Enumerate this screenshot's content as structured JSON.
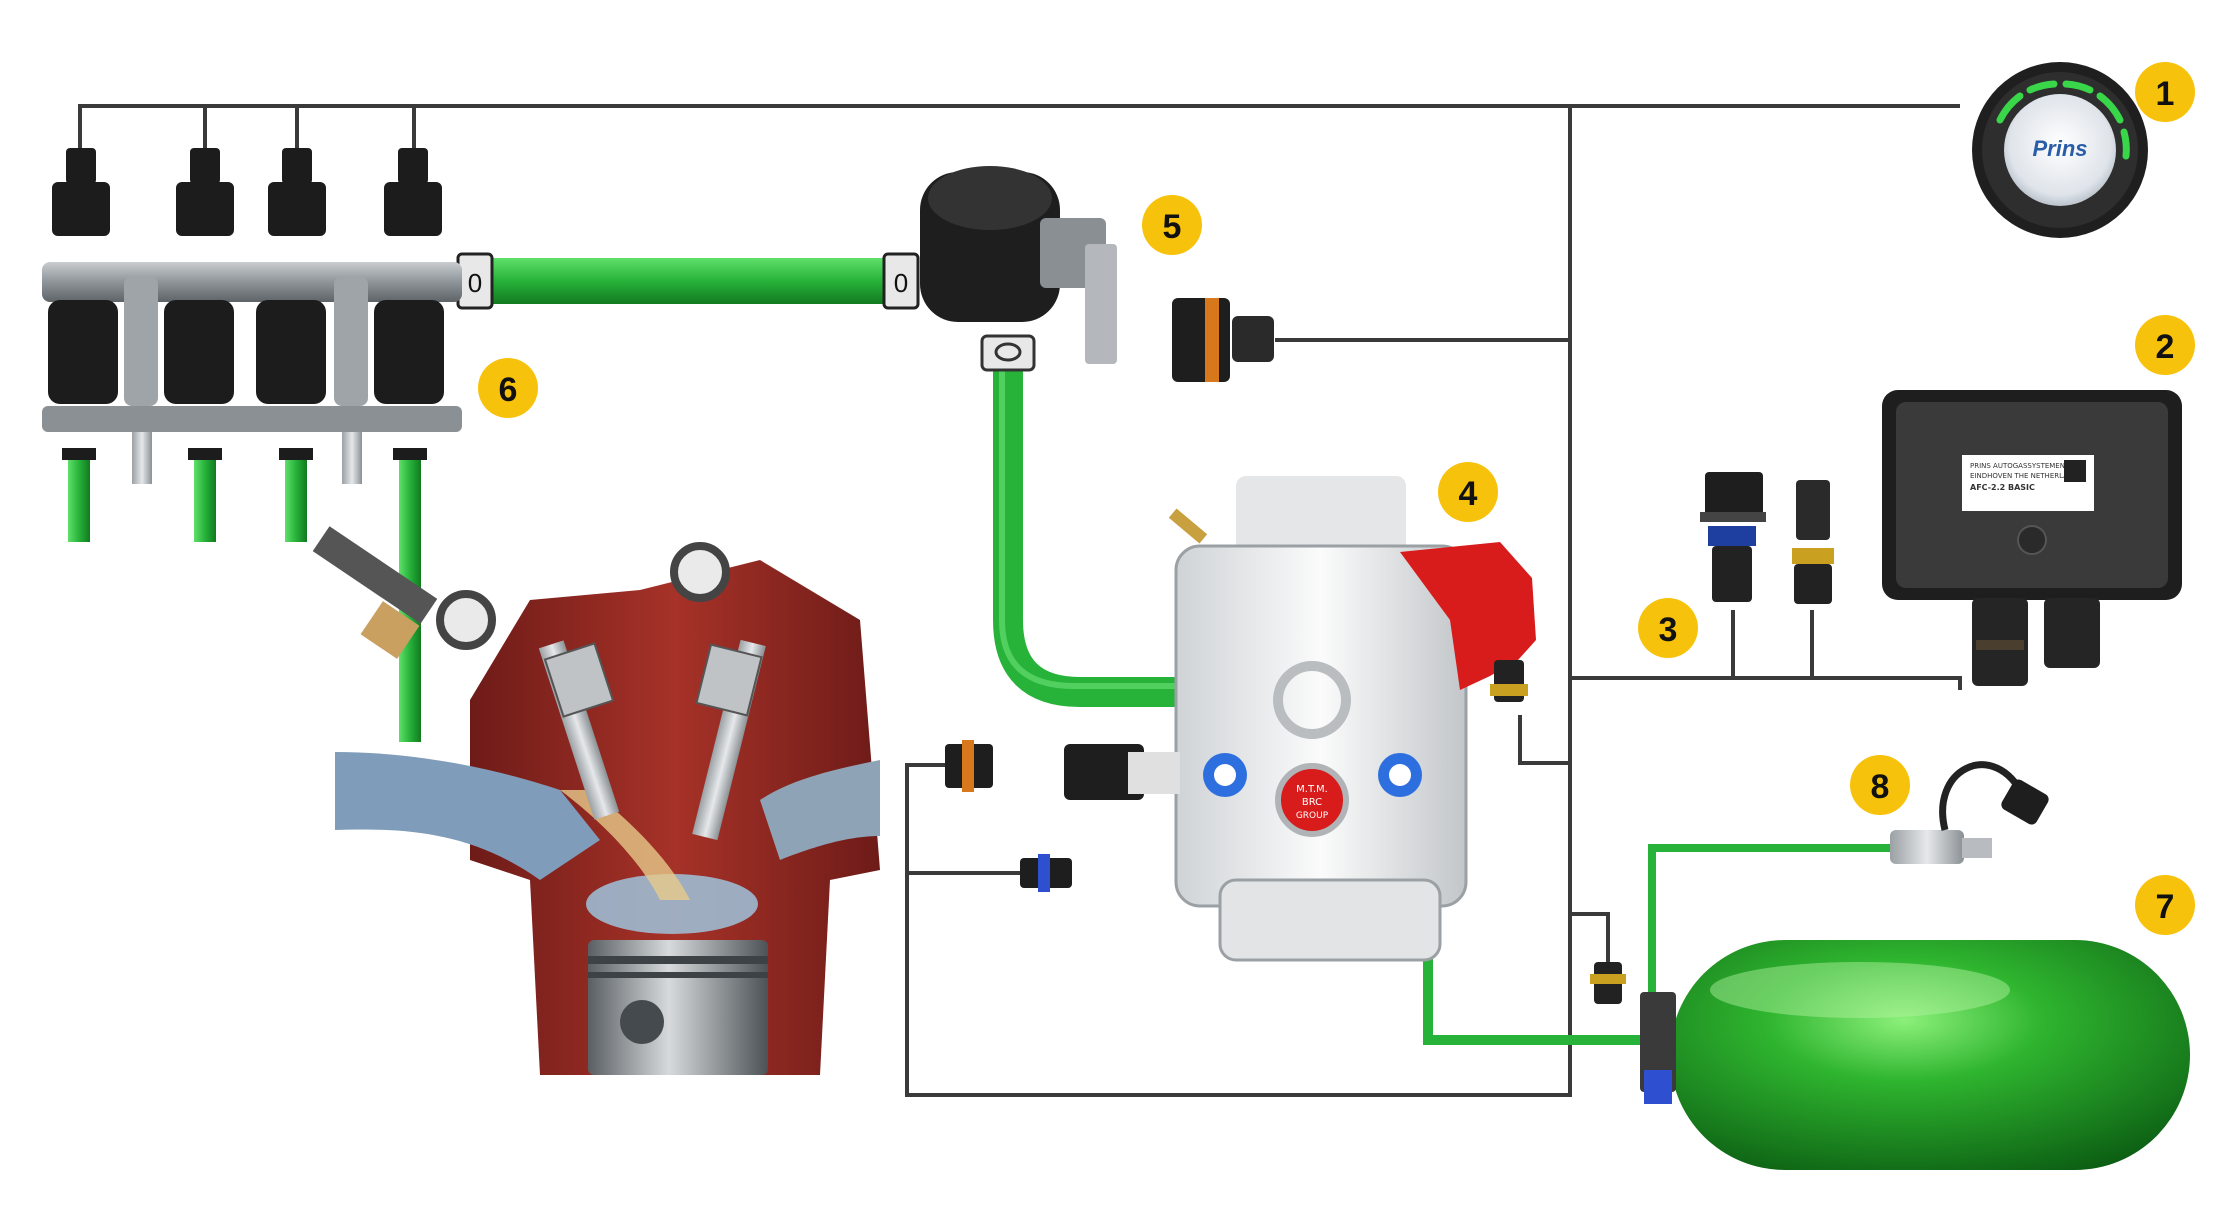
{
  "colors": {
    "hose": "#27b23a",
    "hose_dark": "#178a24",
    "wire": "#3a3a3a",
    "badge": "#f7c20c",
    "engine_red": "#8f2520",
    "tank": "#22a82a",
    "ecu": "#2b2b2b",
    "reducer_red": "#d81b1b",
    "switch_green": "#3ad64a",
    "rail": "#8e9498"
  },
  "components": [
    {
      "id": "switch",
      "number": "1",
      "icon": "fuel-switch",
      "label": "Prins"
    },
    {
      "id": "ecu",
      "number": "2",
      "icon": "ecu-box",
      "label_lines": [
        "PRINS AUTOGASSYSTEMEN BV",
        "EINDHOVEN THE NETHERLANDS",
        "AFC-2.2 BASIC"
      ]
    },
    {
      "id": "connectors",
      "number": "3",
      "icon": "wiring-connectors"
    },
    {
      "id": "reducer",
      "number": "4",
      "icon": "vaporizer-reducer",
      "label_lines": [
        "M.T.M.",
        "BRC",
        "GROUP"
      ]
    },
    {
      "id": "filter",
      "number": "5",
      "icon": "gas-filter"
    },
    {
      "id": "injector-rail",
      "number": "6",
      "icon": "injector-rail"
    },
    {
      "id": "tank",
      "number": "7",
      "icon": "gas-tank"
    },
    {
      "id": "level-sensor",
      "number": "8",
      "icon": "tank-sensor"
    }
  ],
  "engine": {
    "icon": "engine-cylinder-cutaway"
  },
  "fitting_mark": "0"
}
